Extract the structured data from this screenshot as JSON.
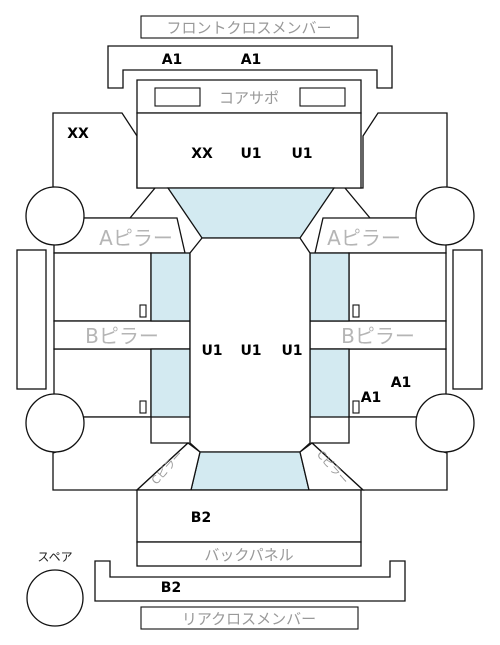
{
  "labels": {
    "front_cross_member": "フロントクロスメンバー",
    "core_support": "コアサポ",
    "a_pillar_left": "Aピラー",
    "a_pillar_right": "Aピラー",
    "b_pillar_left": "Bピラー",
    "b_pillar_right": "Bピラー",
    "back_panel": "バックパネル",
    "rear_cross_member": "リアクロスメンバー",
    "spare": "スペア",
    "c_pillar_left": "Cピラー",
    "c_pillar_right": "Cピラー"
  },
  "codes": {
    "front_member_left": "A1",
    "front_member_right": "A1",
    "front_left_fender": "XX",
    "hood_left": "XX",
    "hood_mid": "U1",
    "hood_right": "U1",
    "roof_left": "U1",
    "roof_mid": "U1",
    "roof_right": "U1",
    "rear_right_upper": "A1",
    "rear_right_lower": "A1",
    "trunk": "B2",
    "rear_member": "B2"
  }
}
